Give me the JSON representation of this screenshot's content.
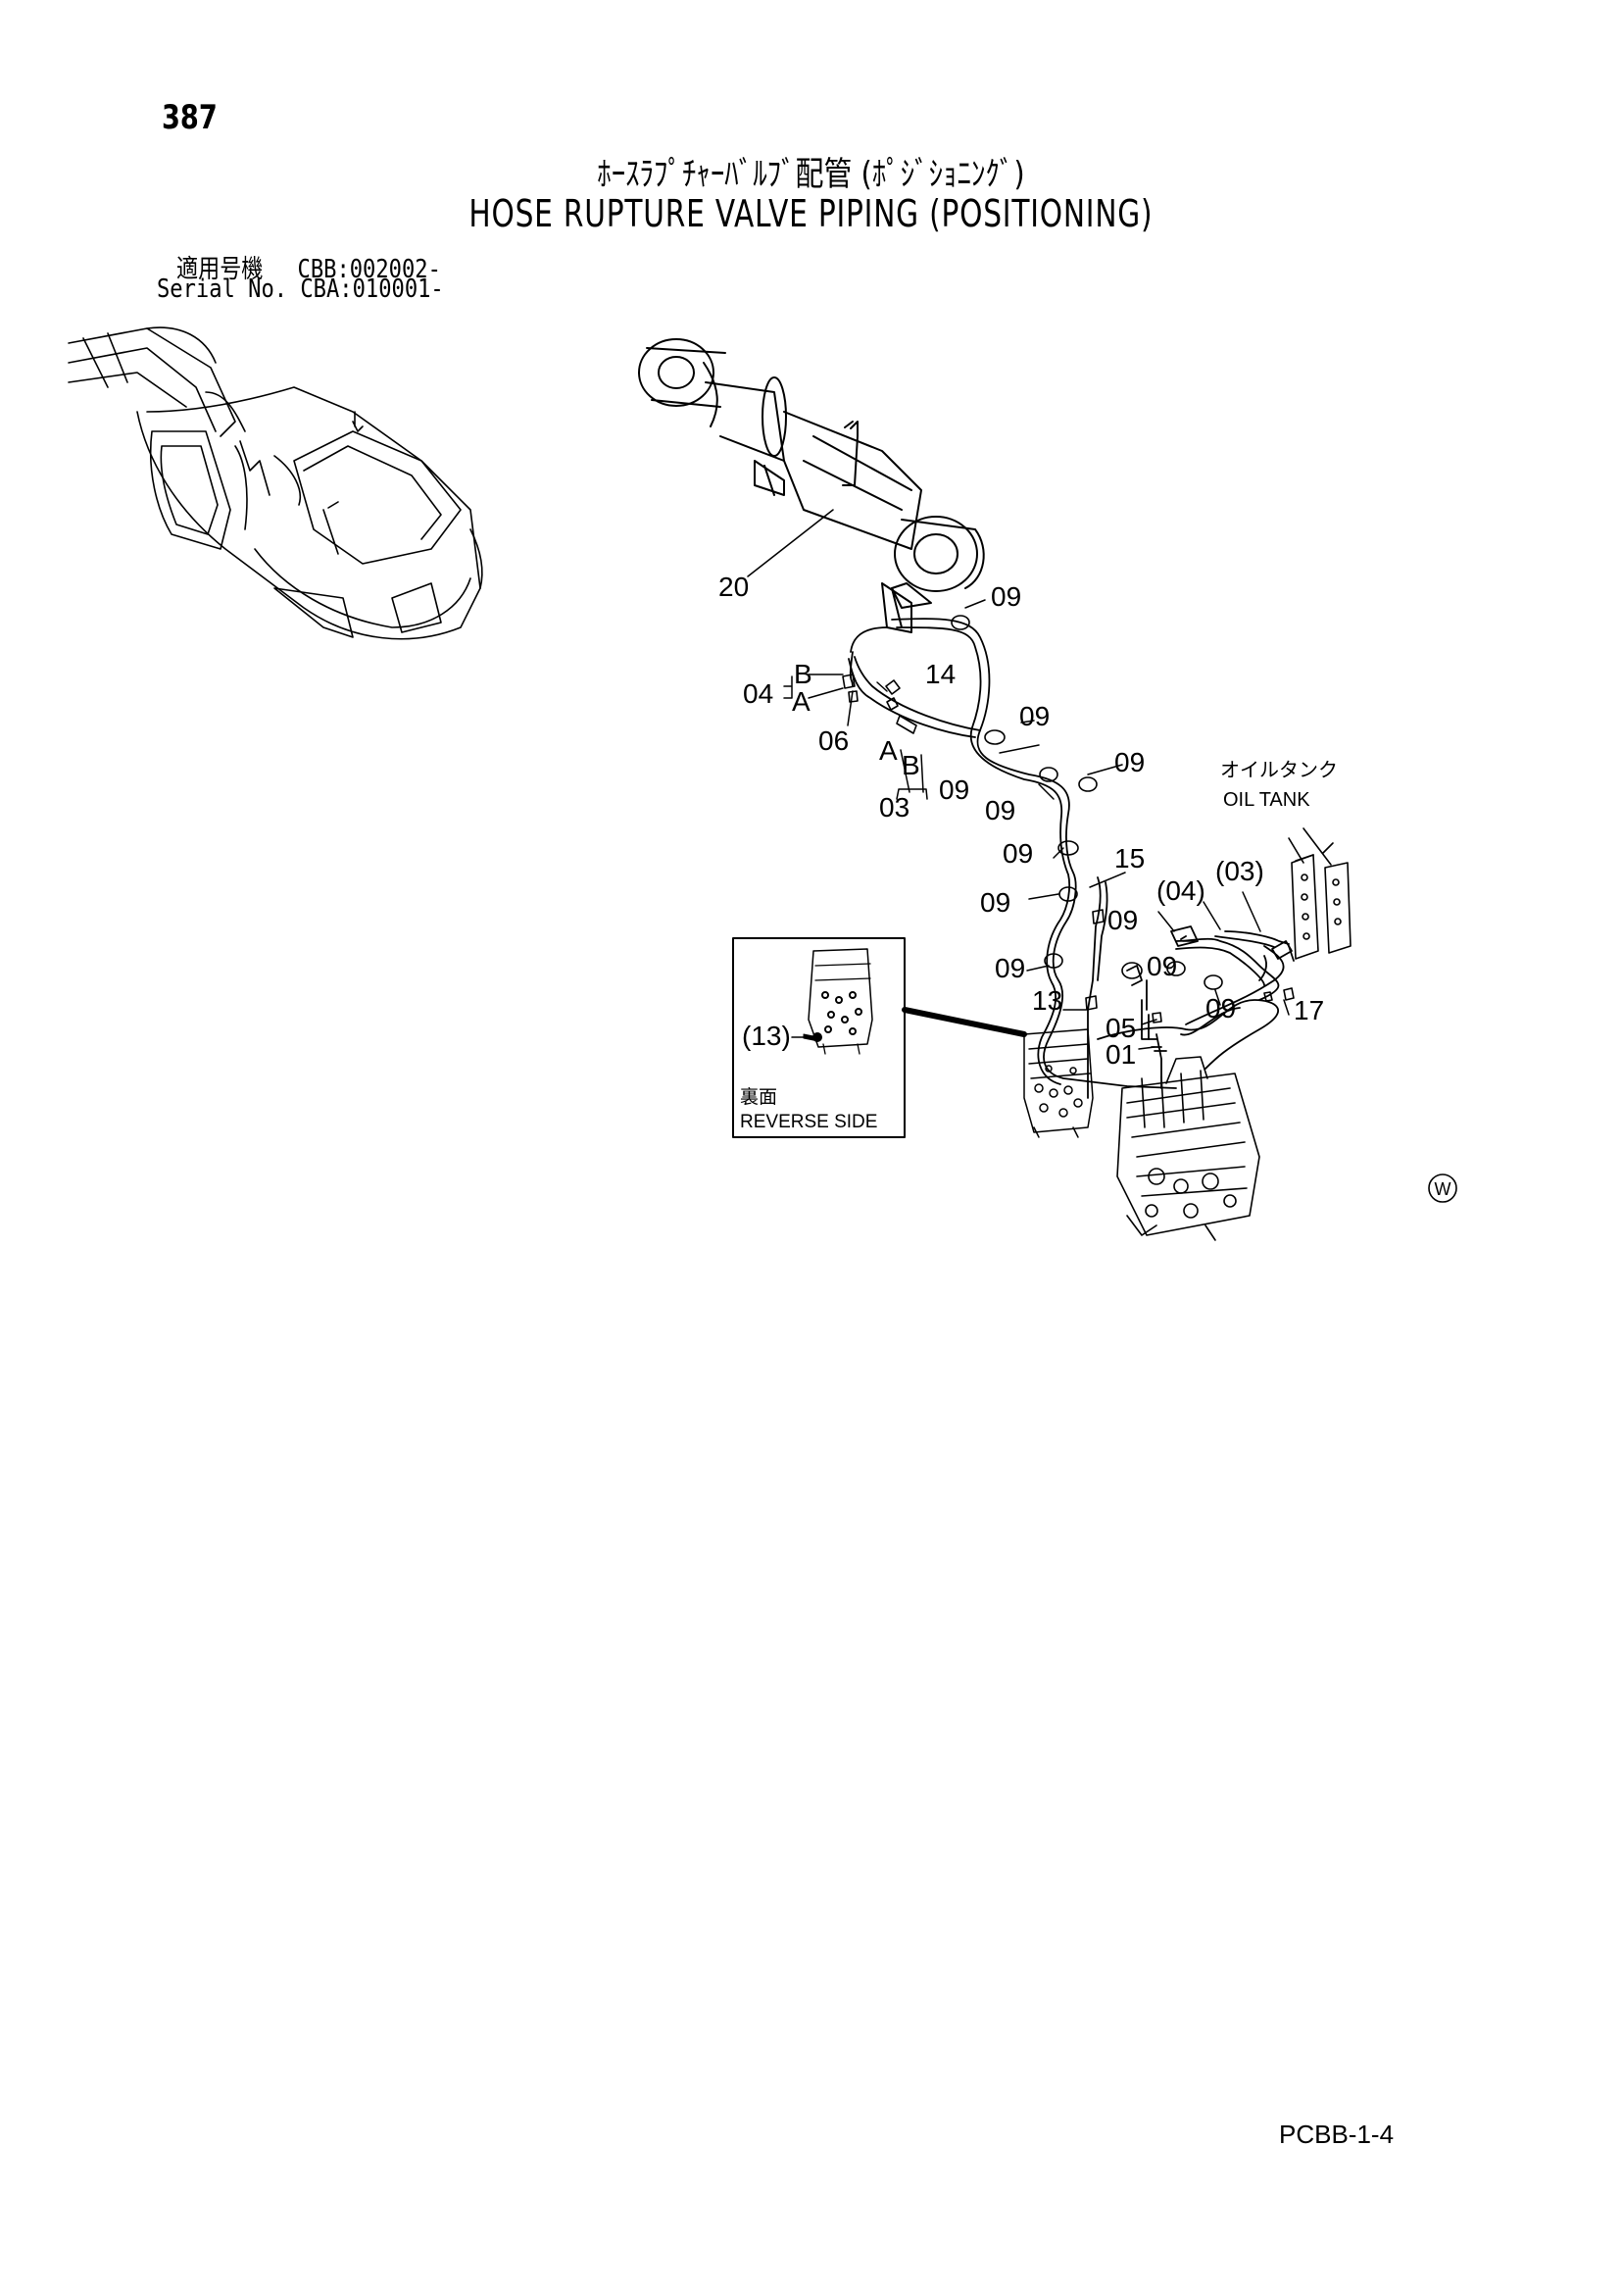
{
  "header": {
    "page_number": "387",
    "title_jp": "ﾎｰｽﾗﾌﾟﾁｬｰﾊﾞﾙﾌﾞ配管 (ﾎﾟｼﾞｼｮﾆﾝｸﾞ)",
    "title_en": "HOSE RUPTURE VALVE PIPING (POSITIONING)"
  },
  "applicability": {
    "jp_label": "適用号機",
    "jp_value": "CBB:002002-",
    "en_label": "Serial No.",
    "en_value": "CBA:010001-"
  },
  "diagram": {
    "callouts": {
      "c20": "20",
      "c09a": "09",
      "c04": "04",
      "cB1": "B",
      "cA1": "A",
      "c14": "14",
      "c06": "06",
      "c09b": "09",
      "cA2": "A",
      "cB2": "B",
      "c09c": "09",
      "c09d": "09",
      "c09e": "09",
      "c03": "03",
      "c09f": "09",
      "c15": "15",
      "c09g": "09",
      "c09h": "09",
      "c04p": "(04)",
      "c03p": "(03)",
      "c09i": "09",
      "c09j": "09",
      "c09k": "09",
      "c13": "13",
      "c05": "05",
      "c01": "01",
      "c17": "17",
      "c13p": "(13)"
    },
    "oil_tank_jp": "オイルタンク",
    "oil_tank_en": "OIL TANK",
    "reverse_side_jp": "裏面",
    "reverse_side_en": "REVERSE SIDE",
    "corner_mark": "W"
  },
  "footer": {
    "doc_code": "PCBB-1-4"
  }
}
